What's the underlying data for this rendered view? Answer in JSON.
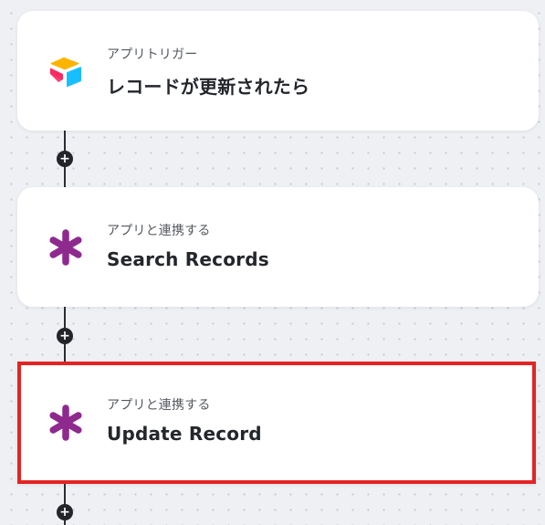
{
  "flow": {
    "steps": [
      {
        "subtitle": "アプリトリガー",
        "title": "レコードが更新されたら",
        "icon": "airtable-logo-icon"
      },
      {
        "subtitle": "アプリと連携する",
        "title": "Search Records",
        "icon": "asterisk-app-icon"
      },
      {
        "subtitle": "アプリと連携する",
        "title": "Update Record",
        "icon": "asterisk-app-icon"
      }
    ],
    "add_symbol": "+"
  },
  "colors": {
    "canvas": "#eef0f3",
    "card": "#ffffff",
    "selection_border": "#e32424",
    "connector": "#2b2d33",
    "asterisk": "#8e2a8e",
    "airtable_yellow": "#fcb400",
    "airtable_blue": "#18bfff",
    "airtable_red": "#f82b60"
  }
}
